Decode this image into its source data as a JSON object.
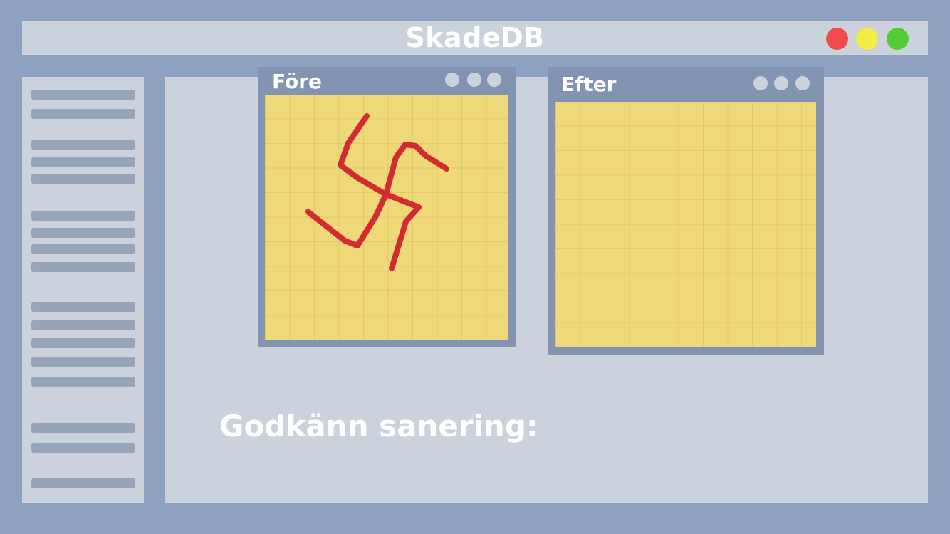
{
  "app": {
    "title": "SkadeDB"
  },
  "window_controls": {
    "close_color": "#f24b4b",
    "minimize_color": "#f2ec44",
    "maximize_color": "#54cc33"
  },
  "before_panel": {
    "title": "Före"
  },
  "after_panel": {
    "title": "Efter"
  },
  "approve": {
    "label": "Godkänn sanering:"
  },
  "colors": {
    "background": "#8fa1c0",
    "surface": "#cbd2dc",
    "panel_frame": "#8394b2",
    "note_paper": "#efd877",
    "graffiti": "#d42b33"
  }
}
